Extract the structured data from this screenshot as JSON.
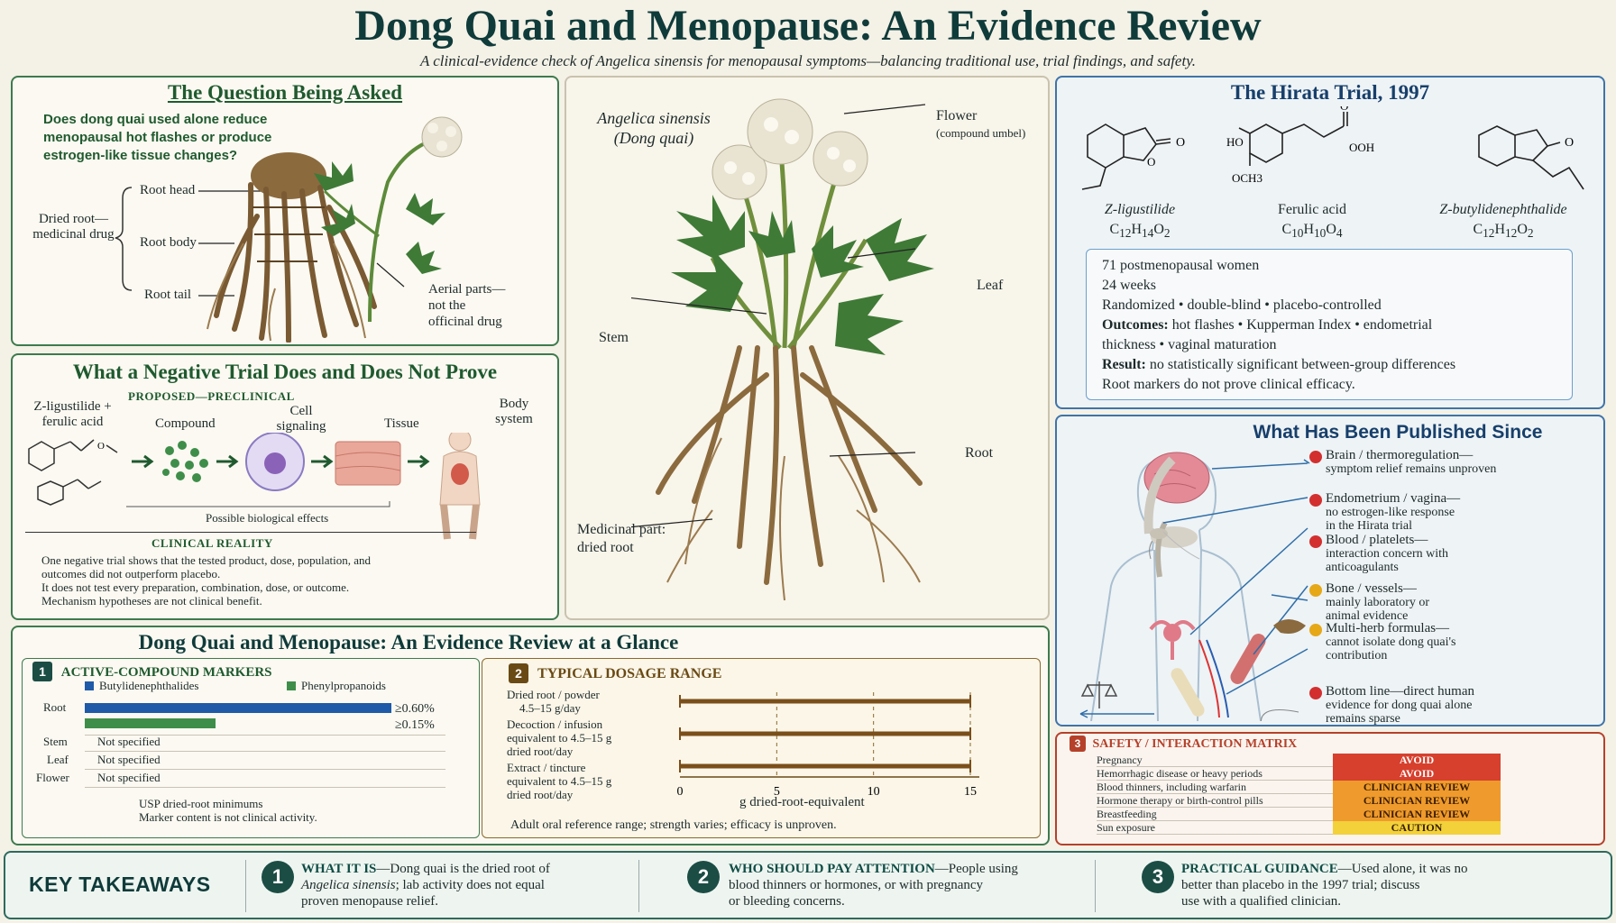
{
  "header": {
    "title": "Dong Quai and Menopause: An Evidence Review",
    "subtitle": "A clinical-evidence check of Angelica sinensis for menopausal symptoms—balancing traditional use, trial findings, and safety."
  },
  "question": {
    "title": "The Question Being Asked",
    "text": [
      "Does dong quai used alone reduce",
      "menopausal hot flashes or produce",
      "estrogen-like tissue changes?"
    ],
    "dried_root_label": [
      "Dried root—",
      "medicinal drug"
    ],
    "root_head": "Root head",
    "root_body": "Root body",
    "root_tail": "Root tail",
    "aerial": [
      "Aerial parts—",
      "not the",
      "officinal drug"
    ]
  },
  "negative": {
    "title": "What a Negative Trial Does and Does Not Prove",
    "proposed": "PROPOSED—PRECLINICAL",
    "compounds_label": [
      "Z-ligustilide +",
      "ferulic acid"
    ],
    "steps": [
      "Compound",
      "Cell signaling",
      "Tissue",
      "Body system"
    ],
    "effects": "Possible biological effects",
    "clinical_title": "CLINICAL REALITY",
    "clinical_lines": [
      "One negative trial shows that the tested product, dose, population, and",
      "outcomes did not outperform placebo.",
      "It does not test every preparation, combination, dose, or outcome.",
      "Mechanism hypotheses are not clinical benefit."
    ]
  },
  "plant": {
    "name": "Angelica sinensis",
    "common": "(Dong quai)",
    "flower": "Flower",
    "flower_sub": "(compound umbel)",
    "leaf": "Leaf",
    "stem": "Stem",
    "root": "Root",
    "medicinal": [
      "Medicinal part:",
      "dried root"
    ]
  },
  "hirata": {
    "title": "The Hirata Trial, 1997",
    "compounds": [
      {
        "name": "Z-ligustilide",
        "formula": "C12H14O2"
      },
      {
        "name": "Ferulic acid",
        "formula": "C10H10O4"
      },
      {
        "name": "Z-butylidenephthalide",
        "formula": "C12H12O2"
      }
    ],
    "ferulic_labels": {
      "ho": "HO",
      "och3": "OCH3",
      "o": "O",
      "ooh": "OOH"
    },
    "lines": [
      {
        "bold": "",
        "text": "71 postmenopausal women"
      },
      {
        "bold": "",
        "text": "24 weeks"
      },
      {
        "bold": "",
        "text": "Randomized • double-blind • placebo-controlled"
      },
      {
        "bold": "Outcomes:",
        "text": " hot flashes • Kupperman Index • endometrial"
      },
      {
        "bold": "",
        "text": "thickness • vaginal maturation"
      },
      {
        "bold": "Result:",
        "text": " no statistically significant between-group differences"
      },
      {
        "bold": "",
        "text": "Root markers do not prove clinical efficacy."
      }
    ]
  },
  "published": {
    "title": "What Has Been Published Since",
    "items": [
      {
        "color": "#d32f2f",
        "lines": [
          "Brain / thermoregulation—",
          "symptom relief remains unproven"
        ]
      },
      {
        "color": "#d32f2f",
        "lines": [
          "Endometrium / vagina—",
          "no estrogen-like response",
          "in the Hirata trial"
        ]
      },
      {
        "color": "#d32f2f",
        "lines": [
          "Blood / platelets—",
          "interaction concern with",
          "anticoagulants"
        ]
      },
      {
        "color": "#e6a817",
        "lines": [
          "Bone / vessels—",
          "mainly laboratory or",
          "animal evidence"
        ]
      },
      {
        "color": "#e6a817",
        "lines": [
          "Multi-herb formulas—",
          "cannot isolate dong quai's",
          "contribution"
        ]
      },
      {
        "color": "#d32f2f",
        "lines": [
          "Bottom line—direct human",
          "evidence for dong quai alone",
          "remains sparse"
        ]
      }
    ]
  },
  "glance": {
    "title": "Dong Quai and Menopause: An Evidence Review at a Glance"
  },
  "markers": {
    "num": "1",
    "title": "ACTIVE-COMPOUND MARKERS",
    "legend": [
      {
        "name": "Butylidenephthalides",
        "color": "#1f5aa8"
      },
      {
        "name": "Phenylpropanoids",
        "color": "#3e8e4a"
      }
    ],
    "rows": [
      {
        "part": "Root",
        "butyl": 0.6,
        "phenyl": 0.15,
        "butyl_label": "≥0.60%",
        "phenyl_label": "≥0.15%"
      },
      {
        "part": "Stem",
        "note": "Not specified"
      },
      {
        "part": "Leaf",
        "note": "Not specified"
      },
      {
        "part": "Flower",
        "note": "Not specified"
      }
    ],
    "footnote": [
      "USP dried-root minimums",
      "Marker content is not clinical activity."
    ]
  },
  "chart_data": {
    "type": "bar",
    "title": "TYPICAL DOSAGE RANGE",
    "categories": [
      "Dried root / powder 4.5–15 g/day",
      "Decoction / infusion equivalent to 4.5–15 g dried root/day",
      "Extract / tincture equivalent to 4.5–15 g dried root/day"
    ],
    "series": [
      {
        "values": [
          [
            0,
            15
          ],
          [
            0,
            15
          ],
          [
            0,
            15
          ]
        ]
      }
    ],
    "xlabel": "g dried-root-equivalent",
    "xlim": [
      0,
      15
    ],
    "xticks": [
      0,
      5,
      10,
      15
    ],
    "grid": true
  },
  "dosage": {
    "num": "2",
    "title": "TYPICAL DOSAGE RANGE",
    "labels": [
      [
        "Dried root / powder",
        "4.5–15 g/day"
      ],
      [
        "Decoction / infusion",
        "equivalent to 4.5–15 g",
        "dried root/day"
      ],
      [
        "Extract / tincture",
        "equivalent to 4.5–15 g",
        "dried root/day"
      ]
    ],
    "xlabel": "g dried-root-equivalent",
    "ticks": [
      "0",
      "5",
      "10",
      "15"
    ],
    "footnote": "Adult oral reference range; strength varies; efficacy is unproven."
  },
  "safety": {
    "num": "3",
    "title": "SAFETY / INTERACTION MATRIX",
    "rows": [
      {
        "label": "Pregnancy",
        "level": "AVOID",
        "color": "#d6402d"
      },
      {
        "label": "Hemorrhagic disease or heavy periods",
        "level": "AVOID",
        "color": "#d6402d"
      },
      {
        "label": "Blood thinners, including warfarin",
        "level": "CLINICIAN REVIEW",
        "color": "#ef9a2c"
      },
      {
        "label": "Hormone therapy or birth-control pills",
        "level": "CLINICIAN REVIEW",
        "color": "#ef9a2c"
      },
      {
        "label": "Breastfeeding",
        "level": "CLINICIAN REVIEW",
        "color": "#ef9a2c"
      },
      {
        "label": "Sun exposure",
        "level": "CAUTION",
        "color": "#f2d13a"
      }
    ]
  },
  "takeaways": {
    "title": "KEY TAKEAWAYS",
    "items": [
      {
        "num": "1",
        "head": "WHAT IT IS",
        "lines": [
          "—Dong quai is the dried root of",
          "Angelica sinensis; lab activity does not equal",
          "proven menopause relief."
        ]
      },
      {
        "num": "2",
        "head": "WHO SHOULD PAY ATTENTION",
        "lines": [
          "—People using",
          "blood thinners or hormones, or with pregnancy",
          "or bleeding concerns."
        ]
      },
      {
        "num": "3",
        "head": "PRACTICAL GUIDANCE",
        "lines": [
          "—Used alone, it was no",
          "better than placebo in the 1997 trial; discuss",
          "use with a qualified clinician."
        ]
      }
    ]
  }
}
